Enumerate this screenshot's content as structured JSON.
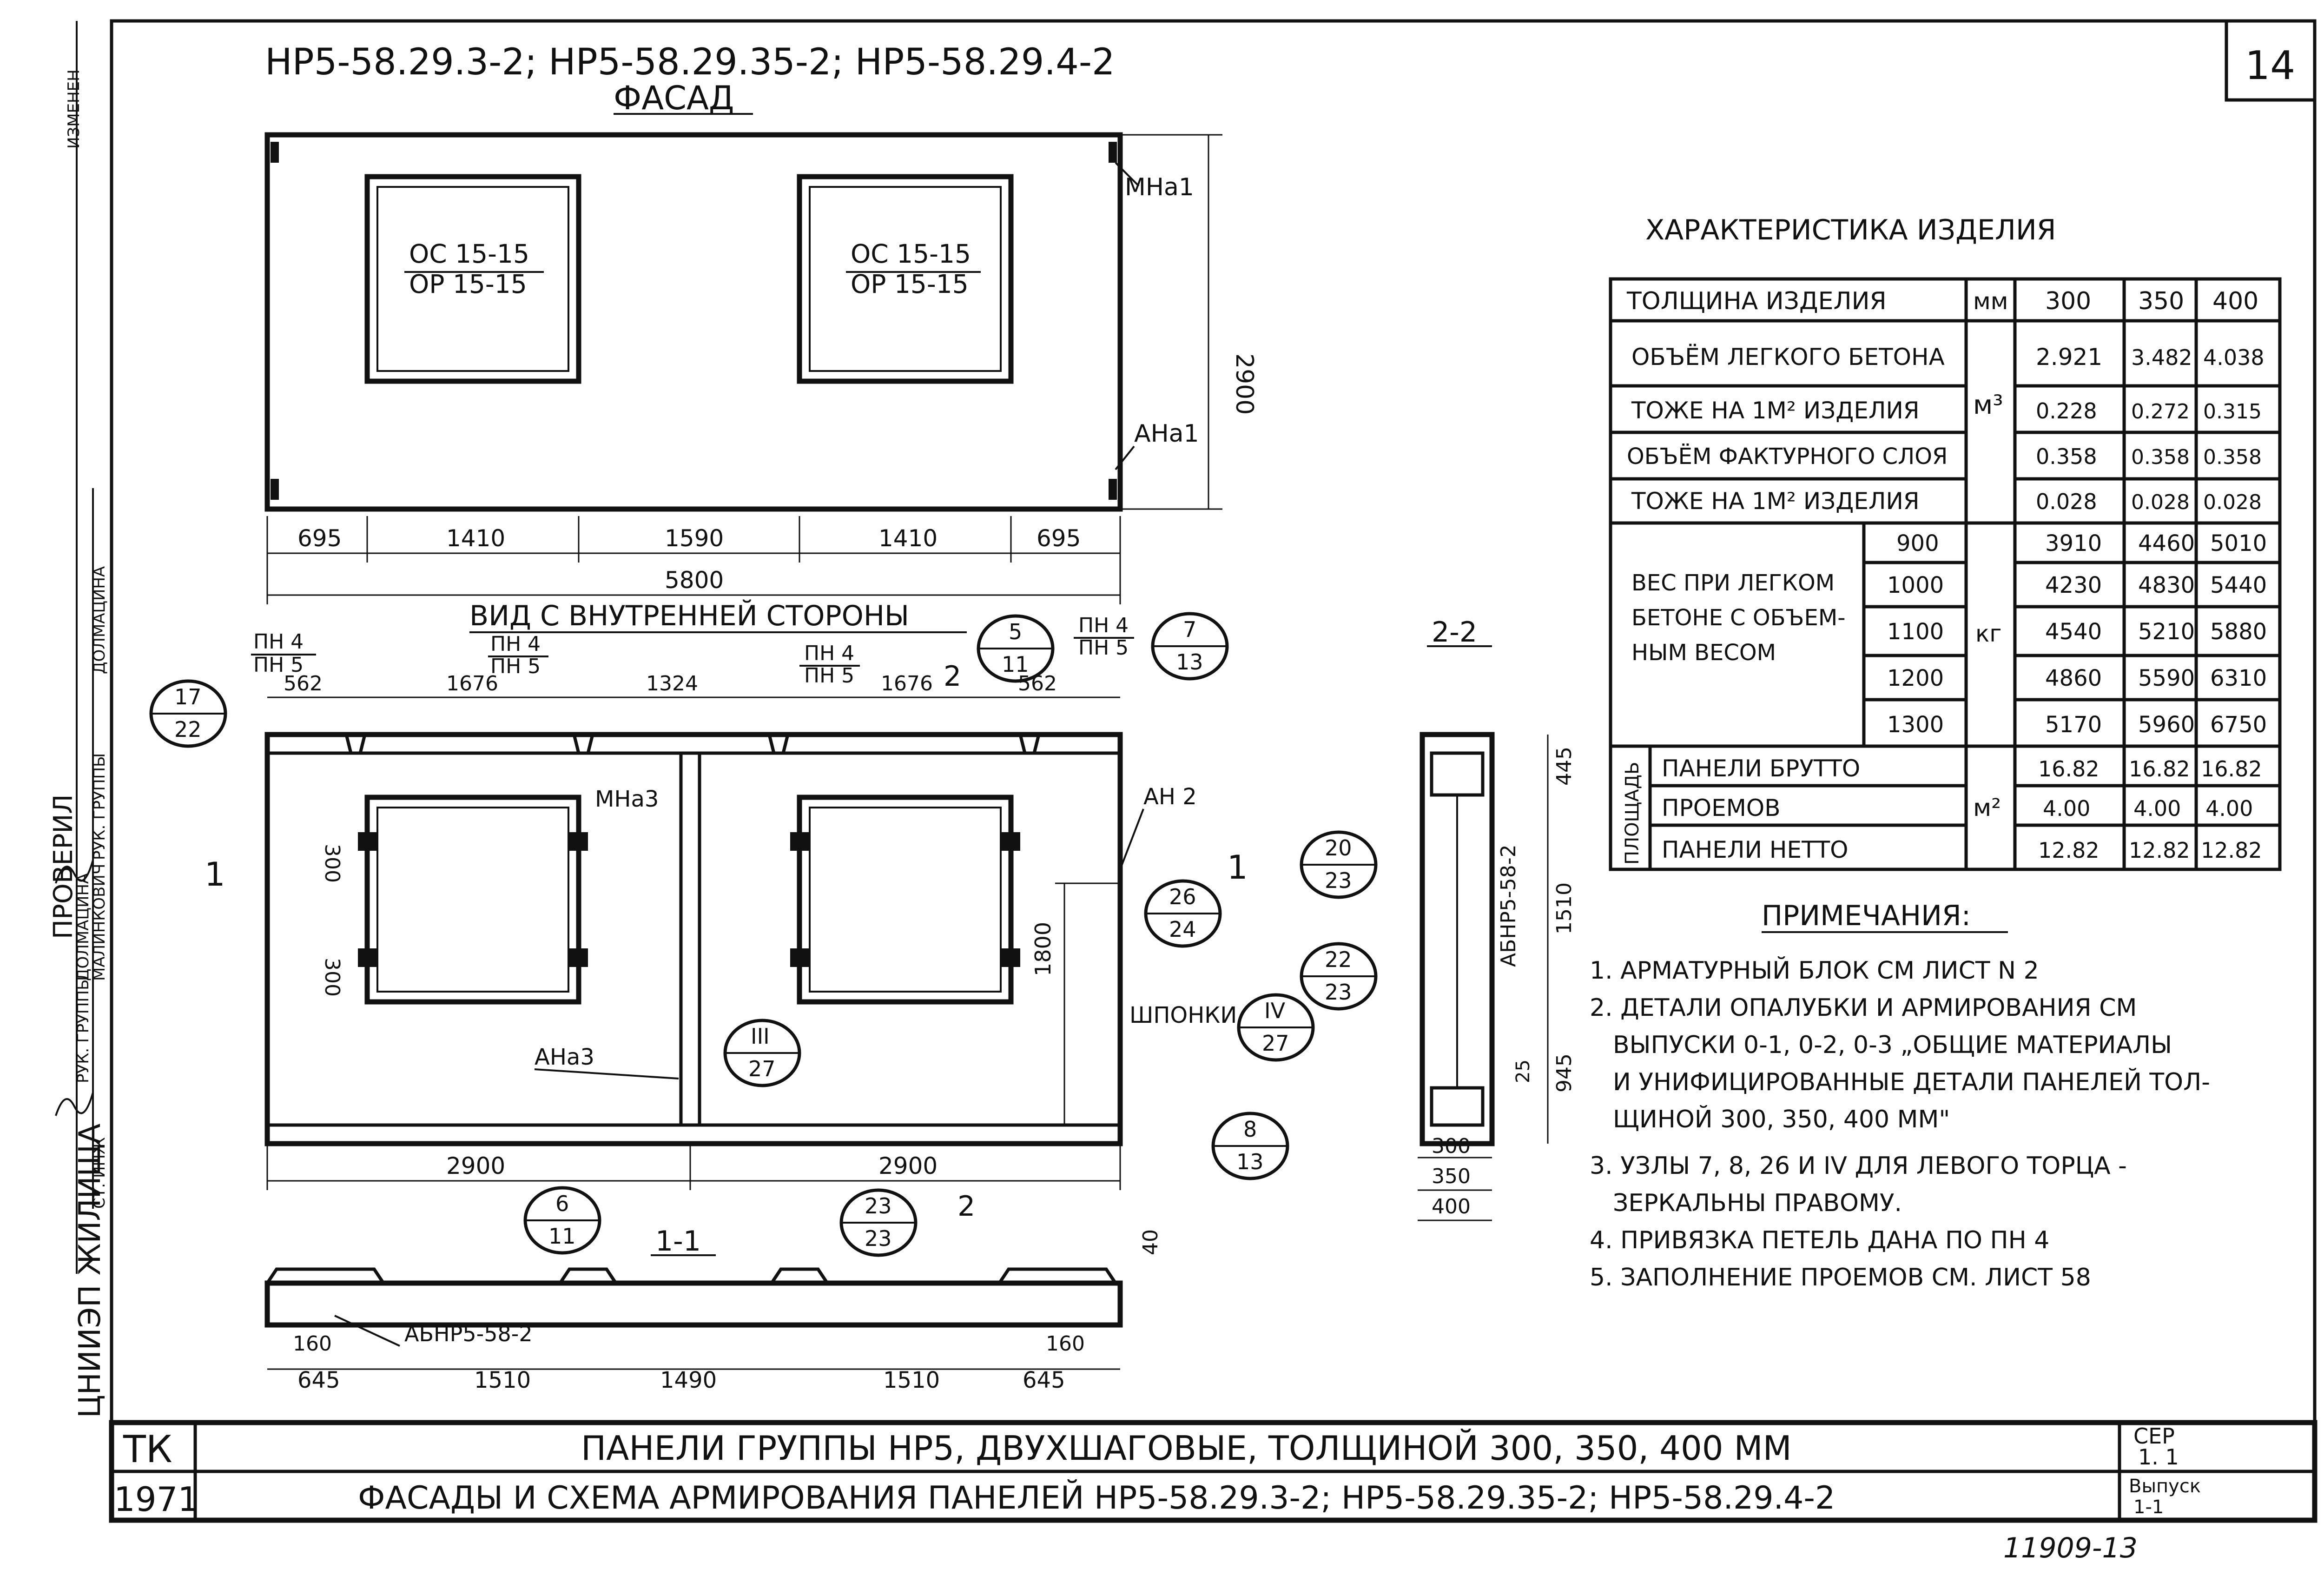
{
  "header": {
    "marks": "НР5-58.29.3-2; НР5-58.29.35-2; НР5-58.29.4-2",
    "facade_title": "ФАСАД",
    "sheet_number": "14"
  },
  "facade": {
    "window_left": [
      "ОС 15-15",
      "ОР 15-15"
    ],
    "window_right": [
      "ОС 15-15",
      "ОР 15-15"
    ],
    "callout_top": "МНа1",
    "callout_bottom": "АНа1",
    "height": "2900",
    "dims": [
      "695",
      "1410",
      "1590",
      "1410",
      "695"
    ],
    "total": "5800"
  },
  "inner_view": {
    "title": "ВИД С ВНУТРЕННЕЙ СТОРОНЫ",
    "loops": [
      "ПН 4",
      "ПН 5"
    ],
    "top_dims": [
      "562",
      "1676",
      "1324",
      "1676",
      "562"
    ],
    "callouts": [
      {
        "top": "17",
        "bottom": "22"
      },
      {
        "top": "5",
        "bottom": "11"
      },
      {
        "top": "7",
        "bottom": "13"
      },
      {
        "top": "26",
        "bottom": "24"
      },
      {
        "top": "III",
        "bottom": "27"
      },
      {
        "top": "IV",
        "bottom": "27"
      },
      {
        "top": "8",
        "bottom": "13"
      },
      {
        "top": "6",
        "bottom": "11"
      },
      {
        "top": "23",
        "bottom": "23"
      }
    ],
    "mna3": "МНа3",
    "ana3": "АНа3",
    "an2": "АН 2",
    "shponki": "ШПОНКИ",
    "dim_300": "300",
    "dim_1800": "1800",
    "bottom_dims": [
      "2900",
      "2900"
    ],
    "section_mark_1": "1",
    "section_mark_2": "2"
  },
  "section_1_1": {
    "title": "1-1",
    "block": "АБНР5-58-2",
    "dims": [
      "645",
      "1510",
      "1490",
      "1510",
      "645"
    ],
    "small": [
      "160",
      "160"
    ],
    "depth": "40"
  },
  "section_2_2": {
    "title": "2-2",
    "block": "АБНР5-58-2",
    "callouts": [
      {
        "top": "20",
        "bottom": "23"
      },
      {
        "top": "22",
        "bottom": "23"
      }
    ],
    "dims": [
      "445",
      "1510",
      "945",
      "25"
    ],
    "thickness": [
      "300",
      "350",
      "400"
    ]
  },
  "characteristics": {
    "title": "ХАРАКТЕРИСТИКА ИЗДЕЛИЯ",
    "thickness_label": "ТОЛЩИНА ИЗДЕЛИЯ",
    "thickness_unit": "мм",
    "thickness_values": [
      "300",
      "350",
      "400"
    ],
    "unit_m3": "м³",
    "unit_kg": "кг",
    "unit_m2": "м²",
    "rows": [
      {
        "label": "ОБЪЁМ ЛЕГКОГО БЕТОНА",
        "values": [
          "2.921",
          "3.482",
          "4.038"
        ]
      },
      {
        "label": "ТОЖЕ НА 1М² ИЗДЕЛИЯ",
        "values": [
          "0.228",
          "0.272",
          "0.315"
        ]
      },
      {
        "label": "ОБЪЁМ ФАКТУРНОГО СЛОЯ",
        "values": [
          "0.358",
          "0.358",
          "0.358"
        ]
      },
      {
        "label": "ТОЖЕ НА 1М² ИЗДЕЛИЯ",
        "values": [
          "0.028",
          "0.028",
          "0.028"
        ]
      }
    ],
    "weight_label": "ВЕС ПРИ ЛЕГКОМ БЕТОНЕ С ОБЪЕМНЫМ ВЕСОМ",
    "weight_rows": [
      {
        "density": "900",
        "values": [
          "3910",
          "4460",
          "5010"
        ]
      },
      {
        "density": "1000",
        "values": [
          "4230",
          "4830",
          "5440"
        ]
      },
      {
        "density": "1100",
        "values": [
          "4540",
          "5210",
          "5880"
        ]
      },
      {
        "density": "1200",
        "values": [
          "4860",
          "5590",
          "6310"
        ]
      },
      {
        "density": "1300",
        "values": [
          "5170",
          "5960",
          "6750"
        ]
      }
    ],
    "area_label": "ПЛОЩАДЬ",
    "area_rows": [
      {
        "label": "ПАНЕЛИ БРУТТО",
        "values": [
          "16.82",
          "16.82",
          "16.82"
        ]
      },
      {
        "label": "ПРОЕМОВ",
        "values": [
          "4.00",
          "4.00",
          "4.00"
        ]
      },
      {
        "label": "ПАНЕЛИ НЕТТО",
        "values": [
          "12.82",
          "12.82",
          "12.82"
        ]
      }
    ]
  },
  "notes": {
    "title": "ПРИМЕЧАНИЯ:",
    "items": [
      "1. АРМАТУРНЫЙ БЛОК СМ ЛИСТ N 2",
      "2. ДЕТАЛИ ОПАЛУБКИ И АРМИРОВАНИЯ СМ",
      "ВЫПУСКИ 0-1, 0-2, 0-3 „ОБЩИЕ МАТЕРИАЛЫ",
      "И УНИФИЦИРОВАННЫЕ ДЕТАЛИ ПАНЕЛЕЙ ТОЛ-",
      "ЩИНОЙ 300, 350, 400 ММ\"",
      "3. УЗЛЫ 7, 8, 26 И IV ДЛЯ ЛЕВОГО ТОРЦА -",
      "ЗЕРКАЛЬНЫ ПРАВОМУ.",
      "4. ПРИВЯЗКА ПЕТЕЛЬ ДАНА ПО ПН 4",
      "5. ЗАПОЛНЕНИЕ ПРОЕМОВ СМ. ЛИСТ 58"
    ]
  },
  "title_block": {
    "series": "ТК",
    "year": "1971",
    "line1": "ПАНЕЛИ ГРУППЫ НР5, ДВУХШАГОВЫЕ, ТОЛЩИНОЙ 300, 350, 400 ММ",
    "line2": "ФАСАДЫ И СХЕМА АРМИРОВАНИЯ ПАНЕЛЕЙ НР5-58.29.3-2; НР5-58.29.35-2; НР5-58.29.4-2",
    "series_label": "СЕР",
    "series_value": "1. 1",
    "issue_label": "Выпуск",
    "issue_value": "1-1",
    "drawing_number": "11909-13"
  },
  "stamp": {
    "org": "ЦНИИЭП ЖИЛИЩА",
    "checked": "ПРОВЕРИЛ",
    "names": [
      "ДОЛМАЦИНА",
      "МАЛИНКОВИЧ",
      "ДОЛМАЦИНА"
    ],
    "roles": [
      "РУК. ГРУППЫ",
      "РУК. ГРУППЫ",
      "СТ. ИНЖ"
    ],
    "corner": "ИЗМЕНЕН"
  }
}
